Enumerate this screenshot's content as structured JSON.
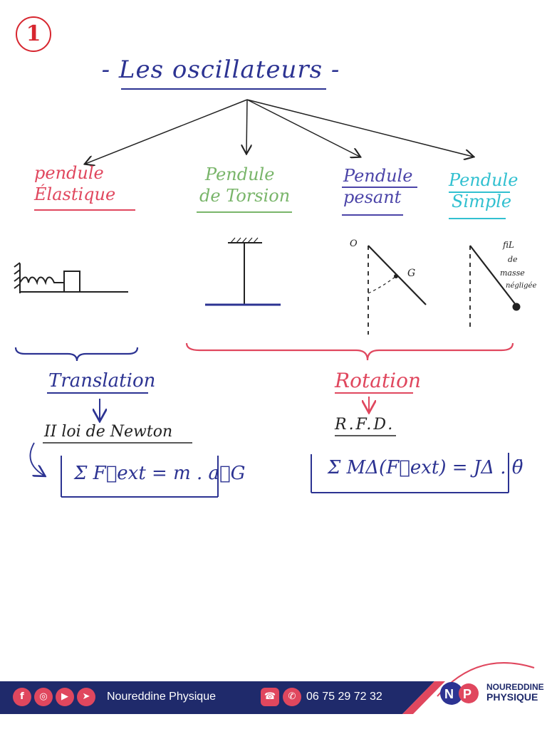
{
  "page": {
    "number": "1"
  },
  "title": "- Les oscillateurs -",
  "branches": [
    {
      "line1": "pendule",
      "line2": "Élastique"
    },
    {
      "line1": "Pendule",
      "line2": "de Torsion"
    },
    {
      "line1": "Pendule",
      "line2": "pesant"
    },
    {
      "line1": "Pendule",
      "line2": "Simple"
    }
  ],
  "diagram_labels": {
    "pivot": "O",
    "center": "G",
    "wire_note": [
      "fiL",
      "de",
      "masse",
      "négligée"
    ]
  },
  "sections": {
    "translation": {
      "label": "Translation",
      "law": "II loi de Newton",
      "formula": "Σ F⃗ext = m . a⃗G"
    },
    "rotation": {
      "label": "Rotation",
      "law": "R.F.D.",
      "formula": "Σ MΔ(F⃗ext) = JΔ . θ̈"
    }
  },
  "footer": {
    "name": "Noureddine Physique",
    "phone": "06 75 29 72 32",
    "logo_line1": "NOUREDDINE",
    "logo_line2": "PHYSIQUE",
    "social_icons": [
      "facebook-icon",
      "instagram-icon",
      "youtube-icon",
      "telegram-icon"
    ],
    "colors": {
      "band": "#1f2a6b",
      "accent": "#e0475e"
    }
  }
}
